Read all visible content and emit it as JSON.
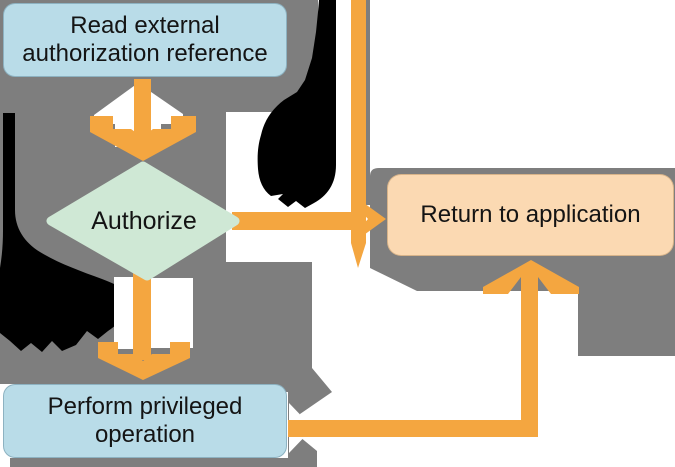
{
  "diagram": {
    "type": "flowchart",
    "nodes": [
      {
        "id": "read",
        "shape": "process",
        "label": "Read external authorization reference"
      },
      {
        "id": "authorize",
        "shape": "decision",
        "label": "Authorize"
      },
      {
        "id": "perform",
        "shape": "process",
        "label": "Perform privileged operation"
      },
      {
        "id": "return",
        "shape": "terminal",
        "label": "Return to application"
      }
    ],
    "edges": [
      {
        "from": "read",
        "to": "authorize",
        "direction": "down"
      },
      {
        "from": "authorize",
        "to": "perform",
        "direction": "down"
      },
      {
        "from": "authorize",
        "to": "return",
        "direction": "right"
      },
      {
        "from": "offscreen-top",
        "to": "return",
        "direction": "down-then-right"
      },
      {
        "from": "perform",
        "to": "return",
        "direction": "right-then-up"
      }
    ],
    "colors": {
      "panel_gray": "#7e7e7e",
      "arrow_orange": "#f4a640",
      "process_blue": "#b9dce8",
      "decision_green": "#cfe8d5",
      "terminal_peach": "#fbd9b2",
      "artifact_black": "#000000",
      "text": "#141414",
      "background": "#ffffff"
    }
  }
}
